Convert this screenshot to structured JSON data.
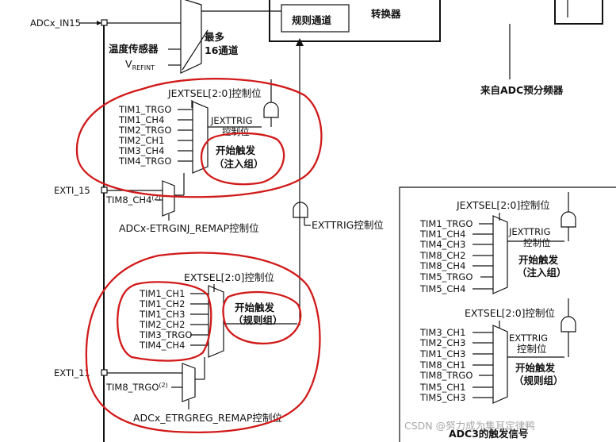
{
  "colors": {
    "annotation": "#d11a1a",
    "line": "#111111",
    "background": "#ffffff"
  },
  "top": {
    "adc_in15": "ADCx_IN15",
    "temp_sensor": "温度传感器",
    "vrefint": "V",
    "vrefint_sub": "REFINT",
    "max16_line1": "最多",
    "max16_line2": "16通道",
    "regular_channel": "规则通道",
    "converter": "转换器",
    "prescaler": "来自ADC预分频器"
  },
  "injected": {
    "jextsel": "JEXTSEL[2:0]控制位",
    "signals": [
      "TIM1_TRGO",
      "TIM1_CH4",
      "TIM2_TRGO",
      "TIM2_CH1",
      "TIM3_CH4",
      "TIM4_TRGO"
    ],
    "jexttrig_line1": "JEXTTRIG",
    "jexttrig_line2": "控制位",
    "start_line1": "开始触发",
    "start_line2": "（注入组）",
    "exti": "EXTI_15",
    "tim8": "TIM8_CH4",
    "tim8_sup": "(2)",
    "remap": "ADCx-ETRGINJ_REMAP控制位"
  },
  "exttrig": "EXTTRIG控制位",
  "regular": {
    "extsel": "EXTSEL[2:0]控制位",
    "signals": [
      "TIM1_CH1",
      "TIM1_CH2",
      "TIM1_CH3",
      "TIM2_CH2",
      "TIM3_TRGO",
      "TIM4_CH4"
    ],
    "start_line1": "开始触发",
    "start_line2": "（规则组）",
    "exti": "EXTI_11",
    "tim8": "TIM8_TRGO",
    "tim8_sup": "(2)",
    "remap": "ADCx_ETRGREG_REMAP控制位"
  },
  "adc3": {
    "injected": {
      "jextsel": "JEXTSEL[2:0]控制位",
      "signals": [
        "TIM1_TRGO",
        "TIM1_CH4",
        "TIM4_CH3",
        "TIM8_CH2",
        "TIM8_CH4",
        "TIM5_TRGO",
        "TIM5_CH4"
      ],
      "jexttrig_line1": "JEXTTRIG",
      "jexttrig_line2": "控制位",
      "start_line1": "开始触发",
      "start_line2": "（注入组）"
    },
    "regular": {
      "extsel": "EXTSEL[2:0]控制位",
      "signals": [
        "TIM3_CH1",
        "TIM2_CH3",
        "TIM1_CH3",
        "TIM8_CH1",
        "TIM8_TRGO",
        "TIM5_CH1",
        "TIM5_CH3"
      ],
      "exttrig_line1": "EXTTRIG",
      "exttrig_line2": "控制位",
      "start_line1": "开始触发",
      "start_line2": "（规则组）"
    },
    "caption": "ADC3的触发信号"
  },
  "watermark": "CSDN @努力成为集耳定律鸭"
}
